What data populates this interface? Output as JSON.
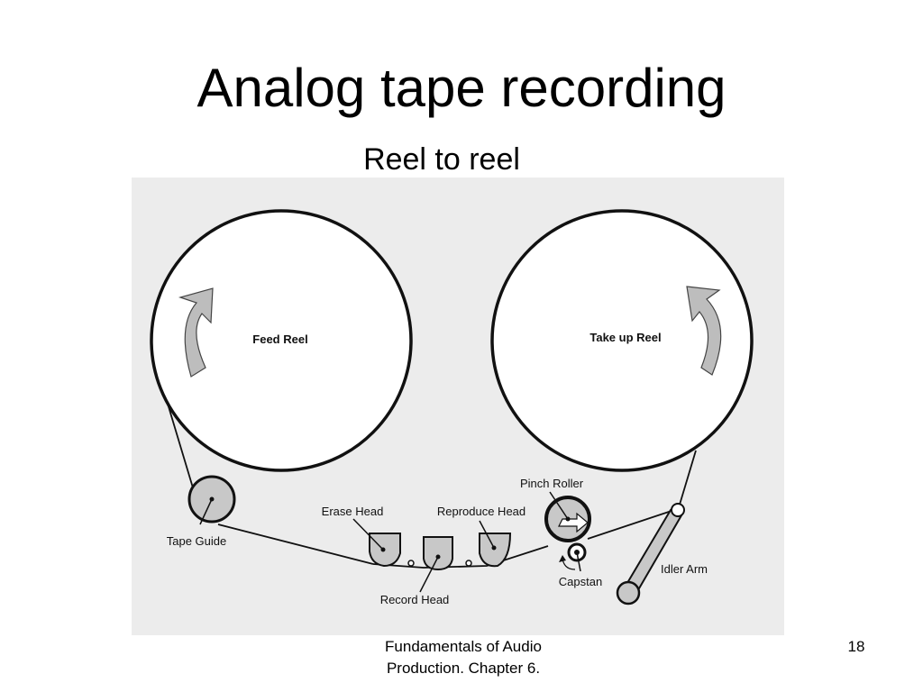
{
  "slide": {
    "title": "Analog tape recording",
    "subtitle": "Reel to reel"
  },
  "diagram": {
    "labels": {
      "feed_reel": "Feed Reel",
      "take_up_reel": "Take up Reel",
      "tape_guide": "Tape Guide",
      "erase_head": "Erase Head",
      "reproduce_head": "Reproduce Head",
      "record_head": "Record Head",
      "pinch_roller": "Pinch Roller",
      "capstan": "Capstan",
      "idler_arm": "Idler Arm"
    },
    "icons": {
      "feed_arrow": "curved-arrow-icon",
      "take_up_arrow": "curved-arrow-icon"
    },
    "colors": {
      "panel": "#ececec",
      "reel_fill": "#ffffff",
      "part_fill": "#c8c8c8",
      "arrow_fill": "#bdbdbd",
      "stroke": "#111111"
    }
  },
  "footer": {
    "source_line1": "Fundamentals of Audio",
    "source_line2": "Production. Chapter 6.",
    "page_number": "18"
  }
}
